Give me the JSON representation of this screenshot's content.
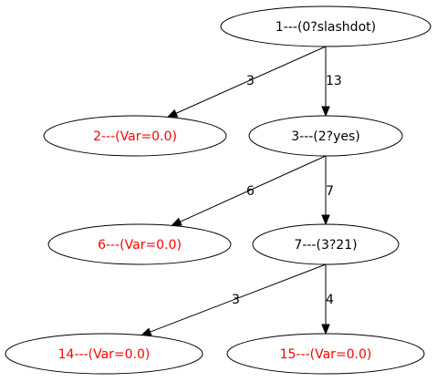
{
  "colors": {
    "internal": "#000000",
    "leaf": "#ff0000"
  },
  "nodes": [
    {
      "id": "n1",
      "label": "1---(0?slashdot)",
      "kind": "internal"
    },
    {
      "id": "n2",
      "label": "2---(Var=0.0)",
      "kind": "leaf"
    },
    {
      "id": "n3",
      "label": "3---(2?yes)",
      "kind": "internal"
    },
    {
      "id": "n6",
      "label": "6---(Var=0.0)",
      "kind": "leaf"
    },
    {
      "id": "n7",
      "label": "7---(3?21)",
      "kind": "internal"
    },
    {
      "id": "n14",
      "label": "14---(Var=0.0)",
      "kind": "leaf"
    },
    {
      "id": "n15",
      "label": "15---(Var=0.0)",
      "kind": "leaf"
    }
  ],
  "edges": [
    {
      "from": "n1",
      "to": "n2",
      "label": "3"
    },
    {
      "from": "n1",
      "to": "n3",
      "label": "13"
    },
    {
      "from": "n3",
      "to": "n6",
      "label": "6"
    },
    {
      "from": "n3",
      "to": "n7",
      "label": "7"
    },
    {
      "from": "n7",
      "to": "n14",
      "label": "3"
    },
    {
      "from": "n7",
      "to": "n15",
      "label": "4"
    }
  ]
}
